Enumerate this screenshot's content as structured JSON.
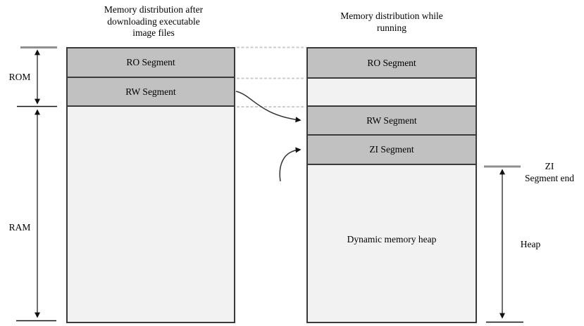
{
  "diagram": {
    "left_column": {
      "title": "Memory distribution after\ndownloading executable\nimage files",
      "segments": {
        "ro": "RO Segment",
        "rw": "RW Segment"
      }
    },
    "right_column": {
      "title": "Memory distribution while\nrunning",
      "segments": {
        "ro": "RO Segment",
        "rw": "RW Segment",
        "zi": "ZI Segment",
        "heap": "Dynamic memory heap"
      }
    },
    "annotations": {
      "rom": "ROM",
      "ram": "RAM",
      "zi_segment_end": "ZI\nSegment end",
      "heap": "Heap"
    },
    "colors": {
      "segment_fill": "#c1c1c1",
      "light_fill": "#f2f2f2",
      "border": "#3a3a3a",
      "dashed_line": "#c6c6c6",
      "tick_gray": "#8f8f8f",
      "tick_black": "#111111",
      "arrow": "#333333"
    }
  }
}
